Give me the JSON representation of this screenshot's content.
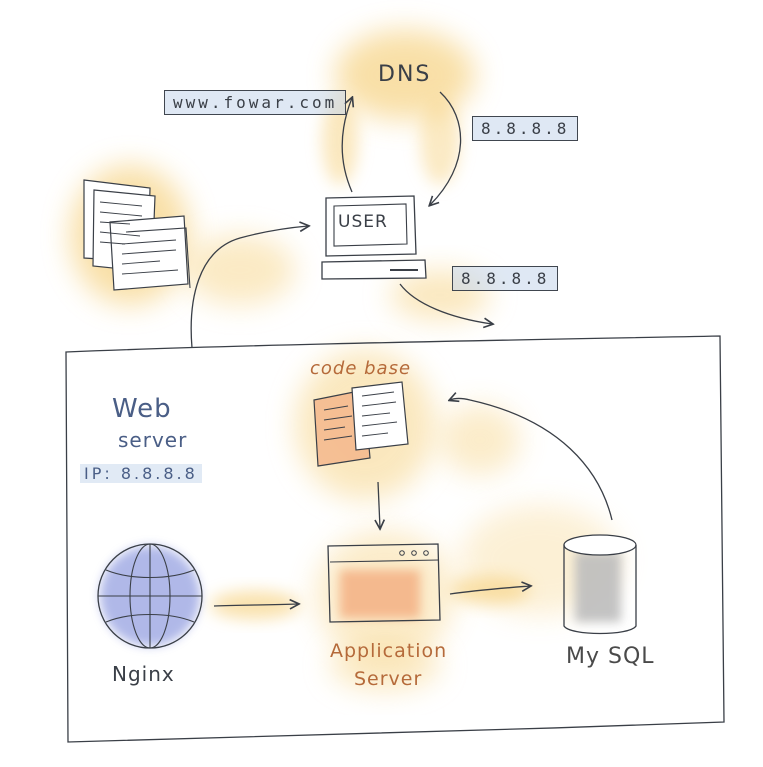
{
  "labels": {
    "dns": "DNS",
    "domain": "www.fowar.com",
    "dns_ip": "8.8.8.8",
    "user": "USER",
    "user_ip": "8.8.8.8",
    "code_base": "code base",
    "web_server_line1": "Web",
    "web_server_line2": "server",
    "web_server_ip": "IP: 8.8.8.8",
    "nginx": "Nginx",
    "app_server_line1": "Application",
    "app_server_line2": "Server",
    "mysql": "My SQL"
  },
  "colors": {
    "ink": "#3a3f47",
    "highlight_yellow": "#f7d58a",
    "highlight_orange": "#f4b488",
    "highlight_blue": "#c4d6eb",
    "globe_blue": "#6f7fd6",
    "db_grey": "#bdbdbd"
  },
  "icons": {
    "user_terminal": "computer-terminal-icon",
    "documents": "documents-icon",
    "globe": "globe-icon",
    "app_window": "application-window-icon",
    "database": "database-cylinder-icon"
  }
}
